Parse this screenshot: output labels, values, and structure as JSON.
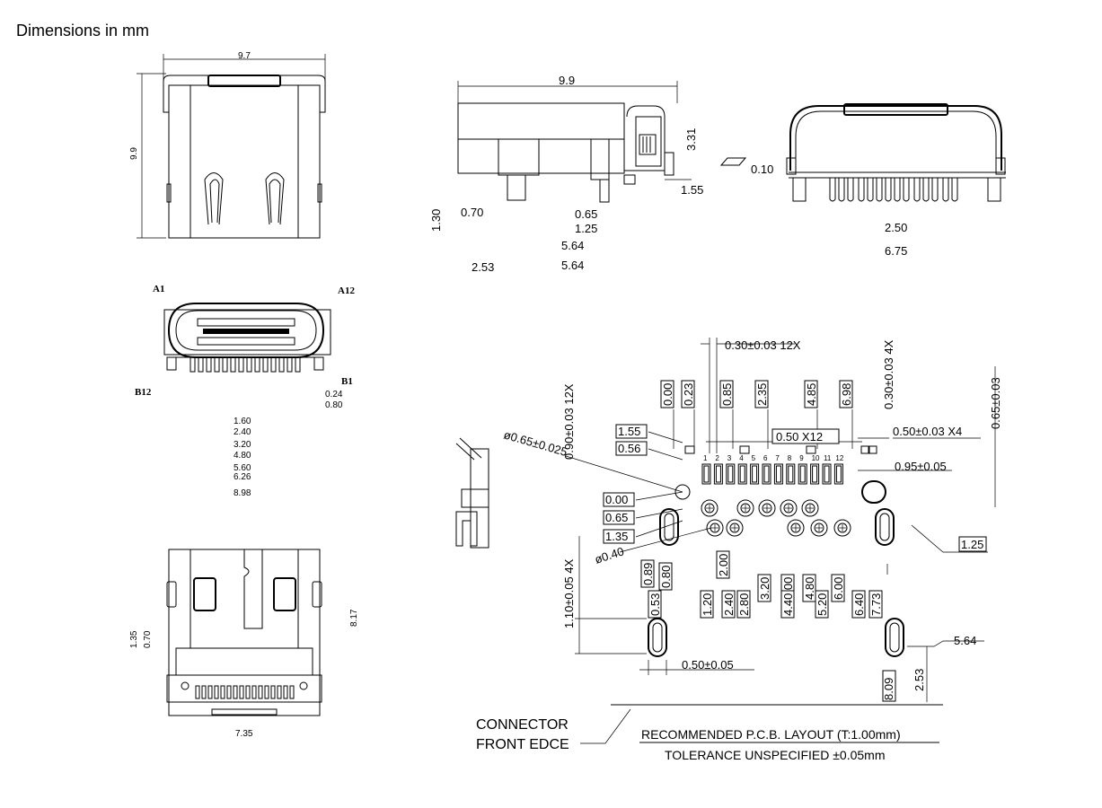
{
  "title": "Dimensions in mm",
  "view_top": {
    "width": "9.7",
    "height": "9.9"
  },
  "view_side": {
    "width": "9.9",
    "height": "3.31",
    "d1": "0.70",
    "d2": "0.65",
    "d3": "1.25",
    "d4": "5.64",
    "d5": "5.64",
    "d6": "2.53",
    "d7": "1.30",
    "d8": "1.55"
  },
  "view_front": {
    "flatness": "0.10",
    "d1": "2.50",
    "d2": "6.75"
  },
  "view_pins": {
    "a1": "A1",
    "a12": "A12",
    "b1": "B1",
    "b12": "B12",
    "d_small": [
      "0.24",
      "0.80"
    ],
    "d_list": [
      "1.60",
      "2.40",
      "3.20",
      "4.80",
      "5.60",
      "6.26",
      "8.98"
    ]
  },
  "view_bottom": {
    "h1": "1.35",
    "h2": "0.70",
    "h3": "8.17",
    "w": "7.35"
  },
  "pcb": {
    "pitch_top": "0.30±0.03  12X",
    "pad_h": "0.90±0.03  12X",
    "pad_w4": "0.30±0.03  4X",
    "edge_dim": "0.65±0.03",
    "top_nums": [
      "0.00",
      "0.23",
      "0.85",
      "2.35",
      "4.85",
      "6.98"
    ],
    "pitch_mid": "0.50  X12",
    "right_pad": "0.50±0.03  X4",
    "right_gap": "0.95±0.05",
    "left_nums": [
      "1.55",
      "0.56",
      "0.00",
      "0.65",
      "1.35"
    ],
    "hole_dia": "ø0.65±0.025",
    "via_dia": "ø0.40",
    "slot_h": "1.10±0.05  4X",
    "slot_w": "0.50±0.05",
    "bottom_nums": [
      "0.89",
      "0.53",
      "0.80",
      "1.20",
      "2.00",
      "2.40",
      "2.80",
      "3.20",
      "4.00",
      "4.40",
      "4.80",
      "5.20",
      "6.00",
      "6.40",
      "7.73"
    ],
    "right_side": "1.25",
    "r_564": "5.64",
    "r_809": "8.09",
    "r_253": "2.53",
    "pin_nums_top": [
      "1",
      "2",
      "3",
      "4",
      "5",
      "6",
      "7",
      "8",
      "9",
      "10",
      "11",
      "12"
    ],
    "connector_label_1": "CONNECTOR",
    "connector_label_2": "FRONT EDCE",
    "layout_title": "RECOMMENDED   P.C.B.  LAYOUT  (T:1.00mm)",
    "tolerance": "TOLERANCE  UNSPECIFIED  ±0.05mm"
  }
}
